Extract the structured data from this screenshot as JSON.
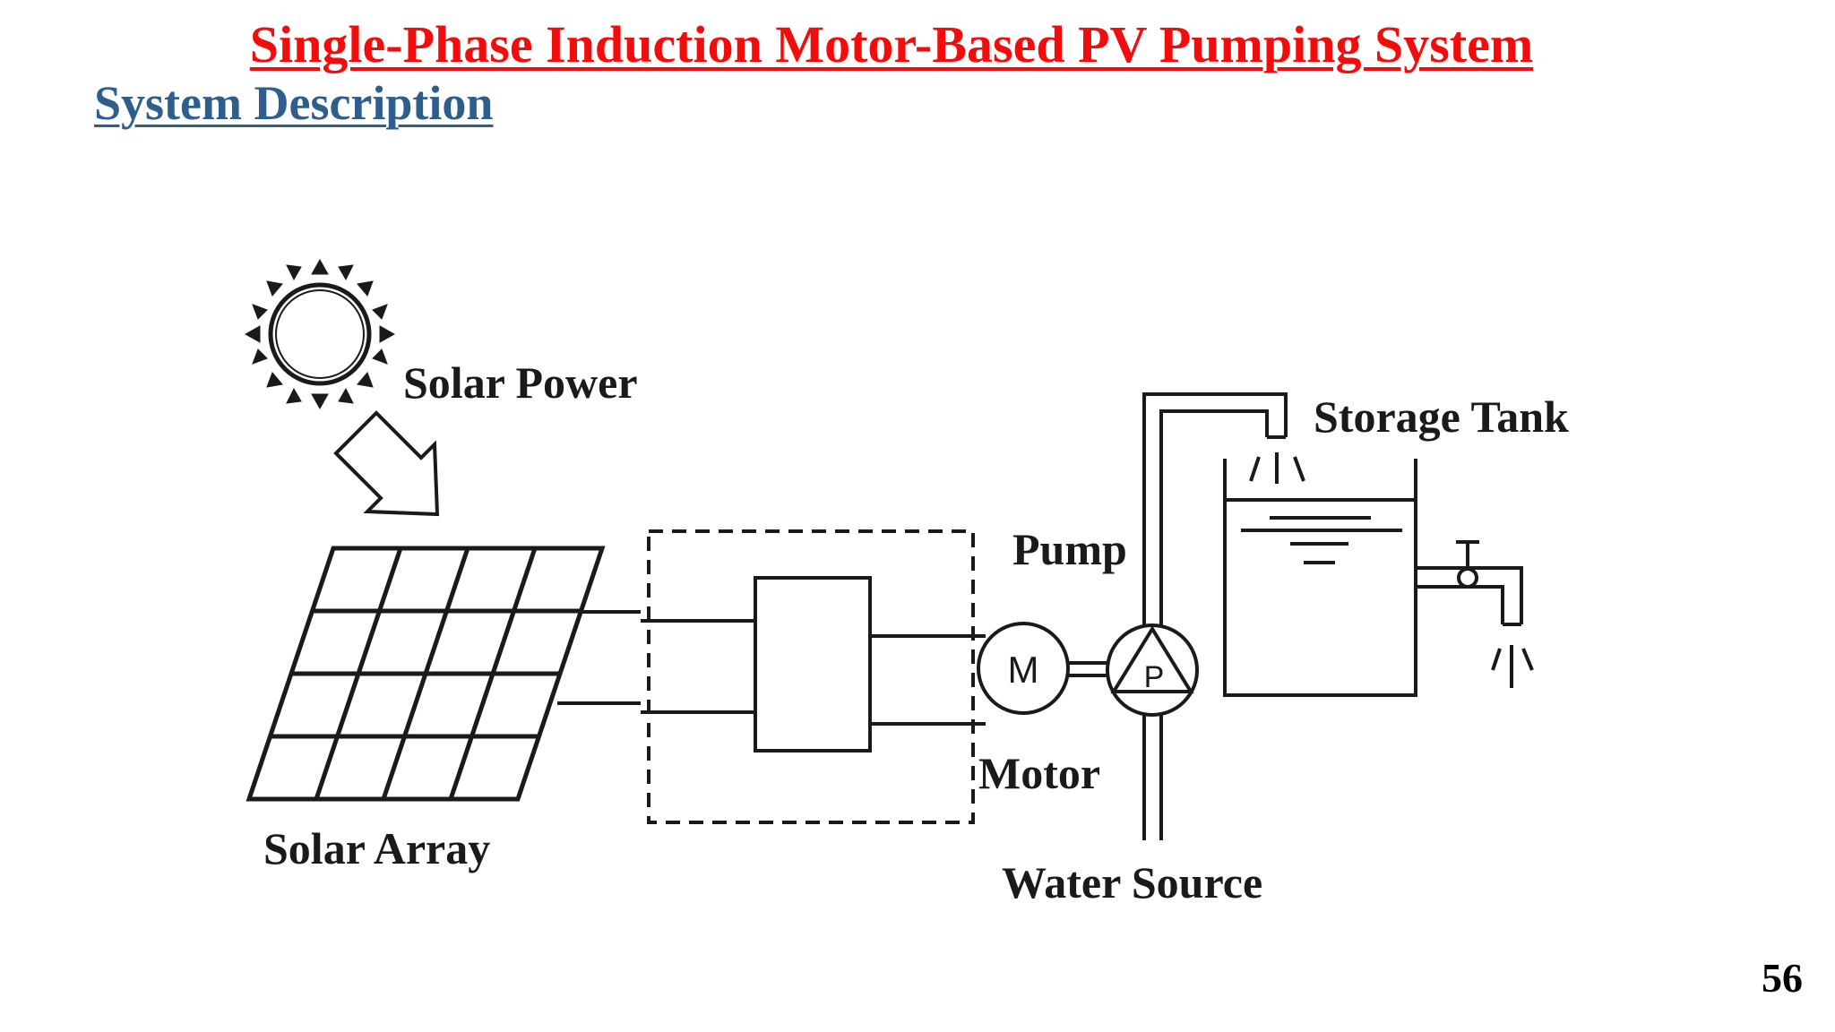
{
  "slide": {
    "title": "Single-Phase Induction Motor-Based PV Pumping System",
    "subtitle": "System Description",
    "page_number": "56"
  },
  "diagram": {
    "labels": {
      "solar_power": "Solar Power",
      "solar_array": "Solar Array",
      "pump": "Pump",
      "motor": "Motor",
      "water_source": "Water Source",
      "storage_tank": "Storage Tank"
    },
    "symbols": {
      "motor_letter": "M",
      "pump_letter": "P"
    },
    "icons": [
      "sun-icon",
      "arrow-down-right-icon",
      "tap-icon",
      "water-drops-icon"
    ],
    "colors": {
      "title": "#f20c0c",
      "subtitle": "#2e5e8c",
      "lines": "#1a1a1a"
    }
  }
}
